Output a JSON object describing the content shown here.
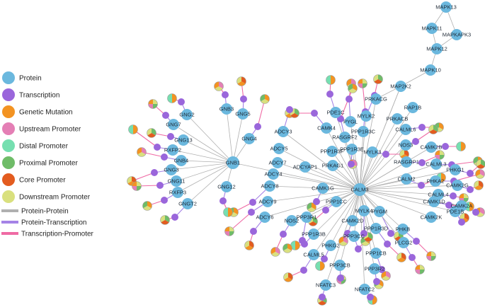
{
  "colors": {
    "protein": "#6bb8de",
    "transcription": "#9a66db",
    "genetic_mutation": "#f39322",
    "upstream_promoter": "#e47fb5",
    "distal_promoter": "#76dfb0",
    "proximal_promoter": "#6fbc68",
    "core_promoter": "#e35c1f",
    "downstream_promoter": "#d9e07e",
    "edge_pp": "#b0b0b0",
    "edge_pt": "#a583e6",
    "edge_tp": "#ef6aa4"
  },
  "legend": {
    "node_types": [
      {
        "label": "Protein",
        "color_key": "protein"
      },
      {
        "label": "Transcription",
        "color_key": "transcription"
      },
      {
        "label": "Genetic Mutation",
        "color_key": "genetic_mutation"
      },
      {
        "label": "Upstream Promoter",
        "color_key": "upstream_promoter"
      },
      {
        "label": "Distal Promoter",
        "color_key": "distal_promoter"
      },
      {
        "label": "Proximal Promoter",
        "color_key": "proximal_promoter"
      },
      {
        "label": "Core Promoter",
        "color_key": "core_promoter"
      },
      {
        "label": "Downstream Promoter",
        "color_key": "downstream_promoter"
      }
    ],
    "edge_types": [
      {
        "label": "Protein-Protein",
        "color_key": "edge_pp"
      },
      {
        "label": "Protein-Transcription",
        "color_key": "edge_pt"
      },
      {
        "label": "Transcription-Promoter",
        "color_key": "edge_tp"
      }
    ]
  },
  "hubs": [
    {
      "id": "GNB1",
      "label": "GNB1"
    },
    {
      "id": "CALM3",
      "label": "CALM3"
    }
  ],
  "proteins": [
    {
      "label": "MAPK13",
      "hub": "",
      "chain": ""
    },
    {
      "label": "MAPK11",
      "hub": "",
      "chain": ""
    },
    {
      "label": "MAPKAPK3",
      "hub": "",
      "chain": ""
    },
    {
      "label": "MAPK12",
      "hub": "",
      "chain": ""
    },
    {
      "label": "MAPK10",
      "hub": "",
      "chain": ""
    },
    {
      "label": "MAP2K2",
      "hub": "CALM3",
      "chain": ""
    },
    {
      "label": "PRKACG",
      "hub": "CALM3",
      "chain": ""
    },
    {
      "label": "RAP1B",
      "hub": "CALM3",
      "chain": ""
    },
    {
      "label": "PRKACB",
      "hub": "CALM3",
      "chain": ""
    },
    {
      "label": "CALML6",
      "hub": "CALM3",
      "chain": "promoter"
    },
    {
      "label": "MYLK2",
      "hub": "CALM3",
      "chain": "promoter"
    },
    {
      "label": "PDE1C",
      "hub": "CALM3",
      "chain": "promoter"
    },
    {
      "label": "PYGL",
      "hub": "CALM3",
      "chain": "promoter"
    },
    {
      "label": "CAMK4",
      "hub": "CALM3",
      "chain": "promoter"
    },
    {
      "label": "PPP1R3C",
      "hub": "CALM3",
      "chain": "promoter"
    },
    {
      "label": "RASGRF2",
      "hub": "CALM3",
      "chain": "promoter"
    },
    {
      "label": "NOS3",
      "hub": "CALM3",
      "chain": "promoter"
    },
    {
      "label": "CAMK2B",
      "hub": "CALM3",
      "chain": "promoter"
    },
    {
      "label": "PPP1R3F",
      "hub": "CALM3",
      "chain": ""
    },
    {
      "label": "PPP1R3E",
      "hub": "CALM3",
      "chain": "promoter"
    },
    {
      "label": "MYLK3",
      "hub": "CALM3",
      "chain": "promoter"
    },
    {
      "label": "RASGRP1",
      "hub": "CALM3",
      "chain": "promoter"
    },
    {
      "label": "CALML3",
      "hub": "CALM3",
      "chain": "promoter"
    },
    {
      "label": "PHKG1",
      "hub": "CALM3",
      "chain": "promoter"
    },
    {
      "label": "ADCYAP1",
      "hub": "CALM3",
      "chain": ""
    },
    {
      "label": "PRKAG1",
      "hub": "CALM3",
      "chain": ""
    },
    {
      "label": "CALM2",
      "hub": "CALM3",
      "chain": "promoter"
    },
    {
      "label": "PHKA2",
      "hub": "CALM3",
      "chain": "promoter"
    },
    {
      "label": "CAMK2G",
      "hub": "CALM3",
      "chain": "promoter"
    },
    {
      "label": "CALML4",
      "hub": "CALM3",
      "chain": "promoter"
    },
    {
      "label": "CAMK1G",
      "hub": "CALM3",
      "chain": "promoter"
    },
    {
      "label": "PPP1CC",
      "hub": "CALM3",
      "chain": "promoter"
    },
    {
      "label": "CAMK1D",
      "hub": "CALM3",
      "chain": "promoter"
    },
    {
      "label": "CAMK2A",
      "hub": "CALM3",
      "chain": "promoter"
    },
    {
      "label": "PDE1B",
      "hub": "CALM3",
      "chain": "promoter"
    },
    {
      "label": "CAMK2K",
      "hub": "CALM3",
      "chain": ""
    },
    {
      "label": "PHKB",
      "hub": "CALM3",
      "chain": "promoter"
    },
    {
      "label": "MYLK4",
      "hub": "CALM3",
      "chain": "promoter"
    },
    {
      "label": "PYGM",
      "hub": "CALM3",
      "chain": "promoter"
    },
    {
      "label": "PPP3R1",
      "hub": "CALM3",
      "chain": "promoter"
    },
    {
      "label": "CAMK2D",
      "hub": "CALM3",
      "chain": "promoter"
    },
    {
      "label": "PPP1R3D",
      "hub": "CALM3",
      "chain": "promoter"
    },
    {
      "label": "PLCG2",
      "hub": "CALM3",
      "chain": "promoter"
    },
    {
      "label": "PPP1R3B",
      "hub": "CALM3",
      "chain": "promoter"
    },
    {
      "label": "PPP3CC",
      "hub": "CALM3",
      "chain": "promoter"
    },
    {
      "label": "PHKG2",
      "hub": "CALM3",
      "chain": "promoter"
    },
    {
      "label": "PPP1CB",
      "hub": "CALM3",
      "chain": "promoter"
    },
    {
      "label": "CALML5",
      "hub": "CALM3",
      "chain": "promoter"
    },
    {
      "label": "PPP3CB",
      "hub": "CALM3",
      "chain": "promoter"
    },
    {
      "label": "PPP3R2",
      "hub": "CALM3",
      "chain": "promoter"
    },
    {
      "label": "NFATC3",
      "hub": "CALM3",
      "chain": "promoter"
    },
    {
      "label": "NFATC2",
      "hub": "CALM3",
      "chain": "promoter"
    },
    {
      "label": "NOS2",
      "hub": "CALM3",
      "chain": "promoter"
    },
    {
      "label": "ADCY6",
      "hub": "CALM3",
      "chain": "promoter"
    },
    {
      "label": "ADCY9",
      "hub": "CALM3",
      "chain": "promoter"
    },
    {
      "label": "ADCY8",
      "hub": "CALM3",
      "chain": "promoter"
    },
    {
      "label": "ADCY4",
      "hub": "CALM3",
      "chain": ""
    },
    {
      "label": "ADCY7",
      "hub": "CALM3",
      "chain": ""
    },
    {
      "label": "ADCY5",
      "hub": "CALM3",
      "chain": ""
    },
    {
      "label": "ADCY3",
      "hub": "CALM3",
      "chain": "promoter"
    },
    {
      "label": "GNG2",
      "hub": "GNB1",
      "chain": "promoter"
    },
    {
      "label": "GNB3",
      "hub": "GNB1",
      "chain": "promoter"
    },
    {
      "label": "GNG5",
      "hub": "GNB1",
      "chain": "promoter"
    },
    {
      "label": "GNG7",
      "hub": "GNB1",
      "chain": "promoter"
    },
    {
      "label": "GNG4",
      "hub": "GNB1",
      "chain": "promoter"
    },
    {
      "label": "GNG13",
      "hub": "GNB1",
      "chain": "promoter"
    },
    {
      "label": "RXFP2",
      "hub": "GNB1",
      "chain": "promoter"
    },
    {
      "label": "GNB4",
      "hub": "GNB1",
      "chain": "promoter"
    },
    {
      "label": "GNG3",
      "hub": "GNB1",
      "chain": "promoter"
    },
    {
      "label": "GNG11",
      "hub": "GNB1",
      "chain": "promoter"
    },
    {
      "label": "RXFP3",
      "hub": "GNB1",
      "chain": "promoter"
    },
    {
      "label": "GNGT2",
      "hub": "GNB1",
      "chain": "promoter"
    },
    {
      "label": "GNG12",
      "hub": "GNB1",
      "chain": "promoter"
    }
  ]
}
